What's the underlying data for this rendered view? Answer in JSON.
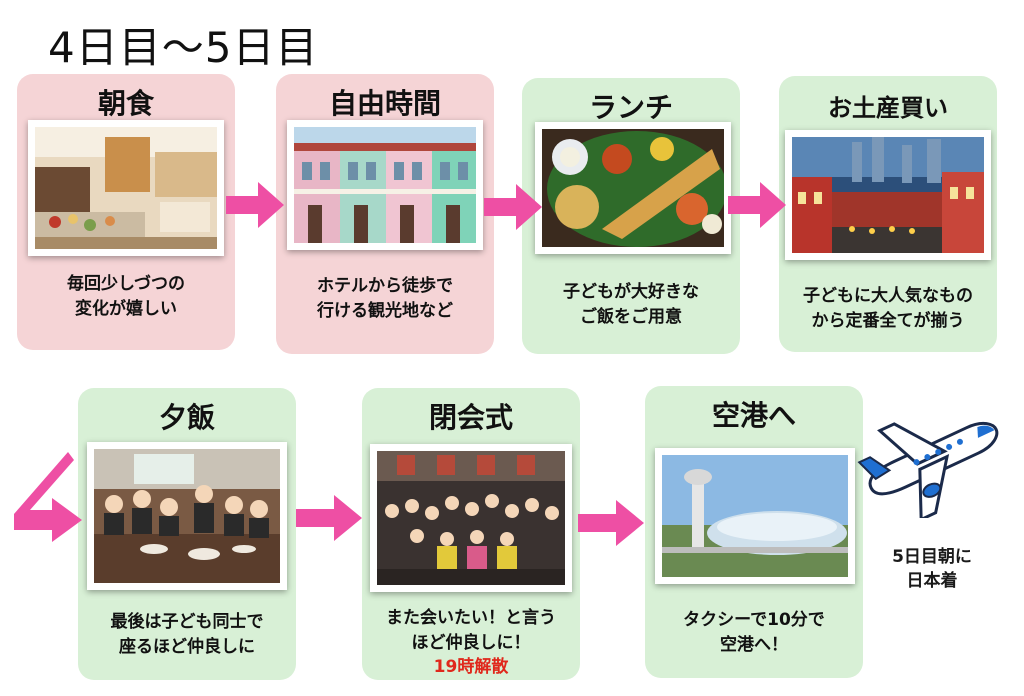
{
  "title": "4日目〜5日目",
  "steps": [
    {
      "title": "朝食",
      "line1": "毎回少しづつの",
      "line2": "変化が嬉しい",
      "icon": "hotel-buffet-photo"
    },
    {
      "title": "自由時間",
      "line1": "ホテルから徒歩で",
      "line2": "行ける観光地など",
      "icon": "shophouses-photo"
    },
    {
      "title": "ランチ",
      "line1": "子どもが大好きな",
      "line2": "ご飯をご用意",
      "icon": "indian-meal-photo"
    },
    {
      "title": "お土産買い",
      "line1": "子どもに大人気なもの",
      "line2": "から定番全てが揃う",
      "icon": "chinatown-photo"
    },
    {
      "title": "夕飯",
      "line1": "最後は子ども同士で",
      "line2": "座るほど仲良しに",
      "icon": "dinner-group-photo"
    },
    {
      "title": "閉会式",
      "line1": "また会いたい！と言う",
      "line2": "ほど仲良しに！",
      "note": "19時解散",
      "icon": "group-photo"
    },
    {
      "title": "空港へ",
      "line1": "タクシーで10分で",
      "line2": "空港へ！",
      "icon": "airport-photo"
    }
  ],
  "arrival": {
    "line1": "5日目朝に",
    "line2": "日本着",
    "icon": "airplane-icon"
  },
  "colors": {
    "pink_card": "#f5d4d6",
    "green_card": "#d8f0d6",
    "arrow": "#ee4fa4",
    "note": "#e0281c"
  }
}
